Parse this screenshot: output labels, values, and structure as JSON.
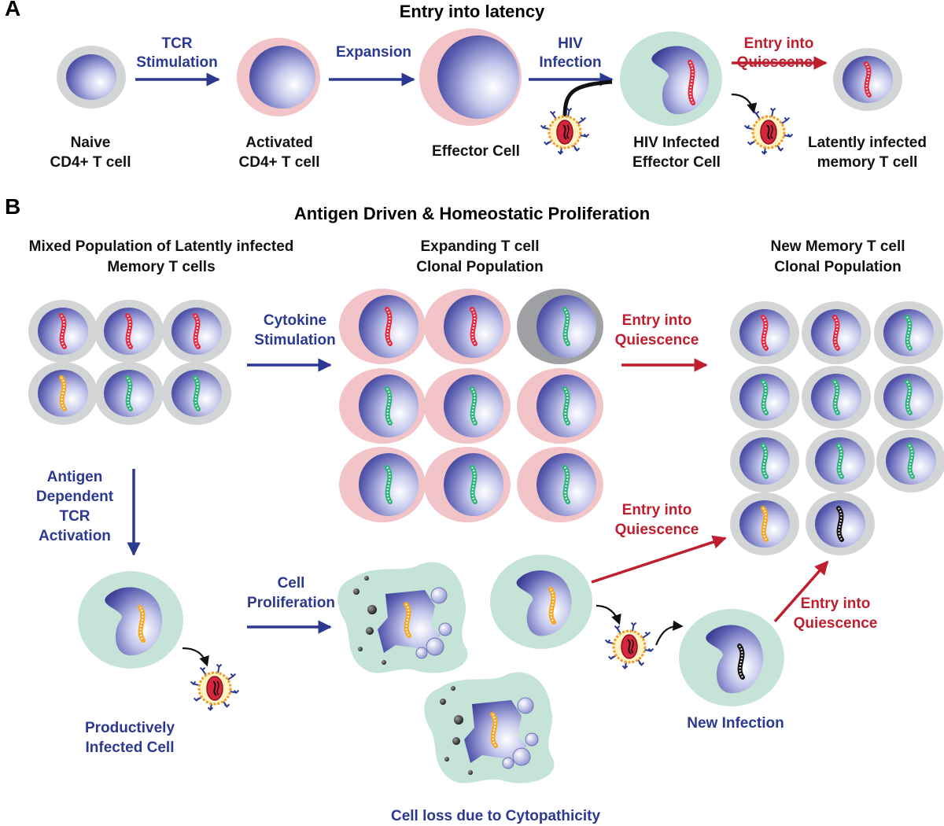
{
  "panel_a": {
    "letter": "A",
    "title": "Entry into latency",
    "arrows": {
      "tcr": [
        "TCR",
        "Stimulation"
      ],
      "expansion": "Expansion",
      "hiv": [
        "HIV",
        "Infection"
      ],
      "quiescence": [
        "Entry into",
        "Quiescence"
      ]
    },
    "cells": {
      "naive": [
        "Naive",
        "CD4+ T cell"
      ],
      "activated": [
        "Activated",
        "CD4+ T cell"
      ],
      "effector": "Effector Cell",
      "infected": [
        "HIV Infected",
        "Effector Cell"
      ],
      "latent": [
        "Latently infected",
        "memory T cell"
      ]
    }
  },
  "panel_b": {
    "letter": "B",
    "title": "Antigen Driven & Homeostatic Proliferation",
    "headers": {
      "mixed": [
        "Mixed Population of Latently infected",
        "Memory T cells"
      ],
      "expanding": [
        "Expanding T cell",
        "Clonal Population"
      ],
      "new_memory": [
        "New Memory T cell",
        "Clonal Population"
      ]
    },
    "arrows": {
      "cytokine": [
        "Cytokine",
        "Stimulation"
      ],
      "quiescence_top": [
        "Entry into",
        "Quiescence"
      ],
      "antigen": [
        "Antigen",
        "Dependent",
        "TCR",
        "Activation"
      ],
      "proliferation": [
        "Cell",
        "Proliferation"
      ],
      "quiescence_mid": [
        "Entry into",
        "Quiescence"
      ],
      "quiescence_low": [
        "Entry into",
        "Quiescence"
      ]
    },
    "cells": {
      "productive": [
        "Productively",
        "Infected Cell"
      ],
      "new_infection": "New Infection",
      "cell_loss": "Cell loss due to Cytopathicity"
    }
  },
  "colors": {
    "blue_arrow": "#2b3990",
    "red_arrow": "#be1e2d",
    "pink_cytoplasm": "#f2c4c8",
    "gray_cytoplasm": "#d3d4d6",
    "dark_gray_cytoplasm": "#9fa0a3",
    "teal_cytoplasm": "#c5e3d6",
    "nucleus_blue": "#4e4fa0",
    "provirus_red": "#e8283c",
    "provirus_green": "#2db57a",
    "provirus_orange": "#f7a823",
    "provirus_black": "#111111"
  }
}
